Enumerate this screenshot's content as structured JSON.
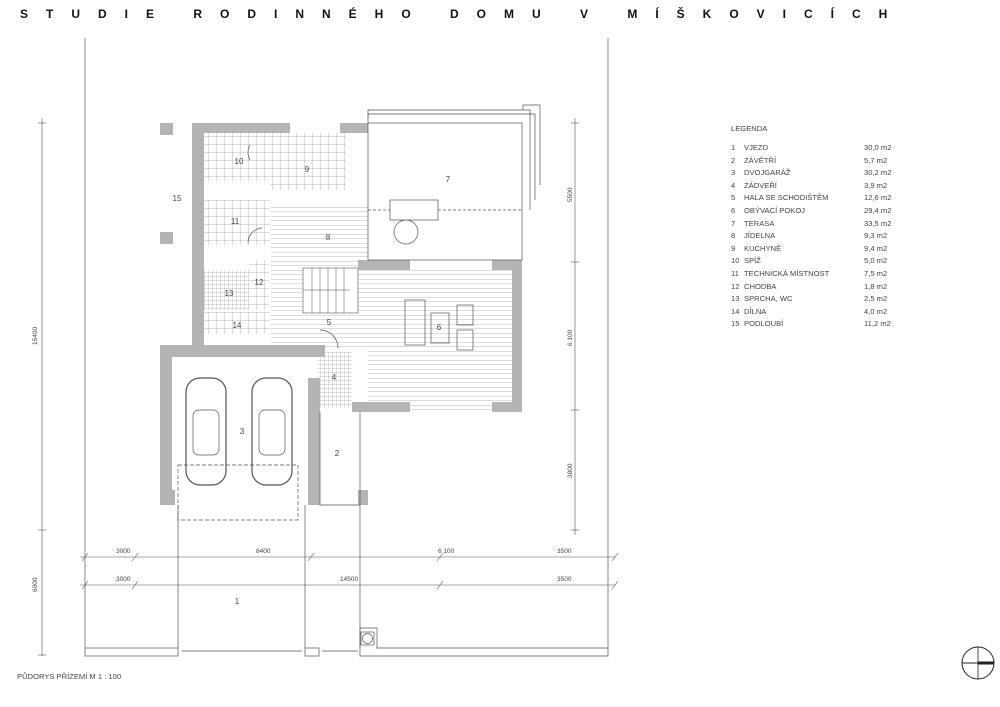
{
  "title": "STUDIE RODINNÉHO DOMU V MÍŠKOVICÍCH",
  "caption": "PŮDORYS PŘÍZEMÍ M 1 : 100",
  "legend": {
    "heading": "LEGENDA",
    "items": [
      {
        "num": "1",
        "name": "VJEZD",
        "area": "30,0 m2"
      },
      {
        "num": "2",
        "name": "ZÁVĚTŘÍ",
        "area": "5,7 m2"
      },
      {
        "num": "3",
        "name": "DVOJGARÁŽ",
        "area": "30,2 m2"
      },
      {
        "num": "4",
        "name": "ZÁDVEŘÍ",
        "area": "3,9 m2"
      },
      {
        "num": "5",
        "name": "HALA SE SCHODIŠTĚM",
        "area": "12,6 m2"
      },
      {
        "num": "6",
        "name": "OBÝVACÍ POKOJ",
        "area": "29,4 m2"
      },
      {
        "num": "7",
        "name": "TERASA",
        "area": "33,5 m2"
      },
      {
        "num": "8",
        "name": "JÍDELNA",
        "area": "9,3 m2"
      },
      {
        "num": "9",
        "name": "KUCHYNĚ",
        "area": "9,4 m2"
      },
      {
        "num": "10",
        "name": "SPÍŽ",
        "area": "5,0 m2"
      },
      {
        "num": "11",
        "name": "TECHNICKÁ MÍSTNOST",
        "area": "7,5 m2"
      },
      {
        "num": "12",
        "name": "CHODBA",
        "area": "1,8 m2"
      },
      {
        "num": "13",
        "name": "SPRCHA, WC",
        "area": "2,5 m2"
      },
      {
        "num": "14",
        "name": "DÍLNA",
        "area": "4,0 m2"
      },
      {
        "num": "15",
        "name": "PODLOUBÍ",
        "area": "11,2 m2"
      }
    ]
  },
  "rooms": [
    "1",
    "2",
    "3",
    "4",
    "5",
    "6",
    "7",
    "8",
    "9",
    "10",
    "11",
    "12",
    "13",
    "14",
    "15"
  ],
  "dimensions": {
    "row1": [
      "3000",
      "8400",
      "6 100",
      "3500"
    ],
    "row2": [
      "3000",
      "14500",
      "3500"
    ],
    "left": [
      "15400",
      "6000"
    ],
    "right": [
      "5500",
      "6 100",
      "3800"
    ]
  },
  "colors": {
    "wall": "#b4b4b4",
    "line": "#555555"
  }
}
